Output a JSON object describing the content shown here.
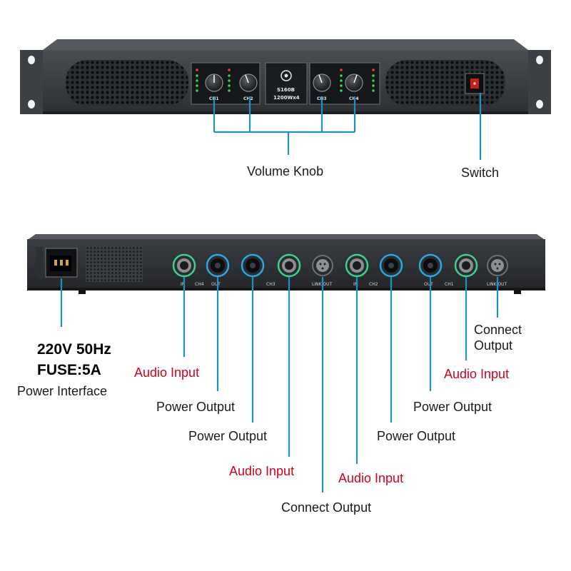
{
  "front_panel": {
    "model": "S160B",
    "power_rating": "1200Wx4",
    "knob_channels": [
      "CH1",
      "CH2",
      "CH3",
      "CH4"
    ]
  },
  "rear_panel": {
    "port_labels": [
      "IN",
      "CH4",
      "OUT",
      "CH3",
      "LINK OUT",
      "IN",
      "CH2",
      "OUT",
      "CH1",
      "LINK OUT"
    ]
  },
  "callouts": {
    "volume_knob": "Volume Knob",
    "switch": "Switch",
    "voltage": "220V 50Hz",
    "fuse": "FUSE:5A",
    "power_interface": "Power Interface",
    "audio_input_1": "Audio Input",
    "power_output_1": "Power Output",
    "power_output_2": "Power Output",
    "audio_input_2": "Audio Input",
    "connect_output_1": "Connect Output",
    "audio_input_3": "Audio Input",
    "power_output_3": "Power Output",
    "power_output_4": "Power Output",
    "connect_output_2_line1": "Connect",
    "connect_output_2_line2": "Output",
    "audio_input_4": "Audio Input"
  },
  "colors": {
    "callout_line": "#1e90c8",
    "audio_input_text": "#d0021b",
    "chassis": "#2a2d31"
  }
}
